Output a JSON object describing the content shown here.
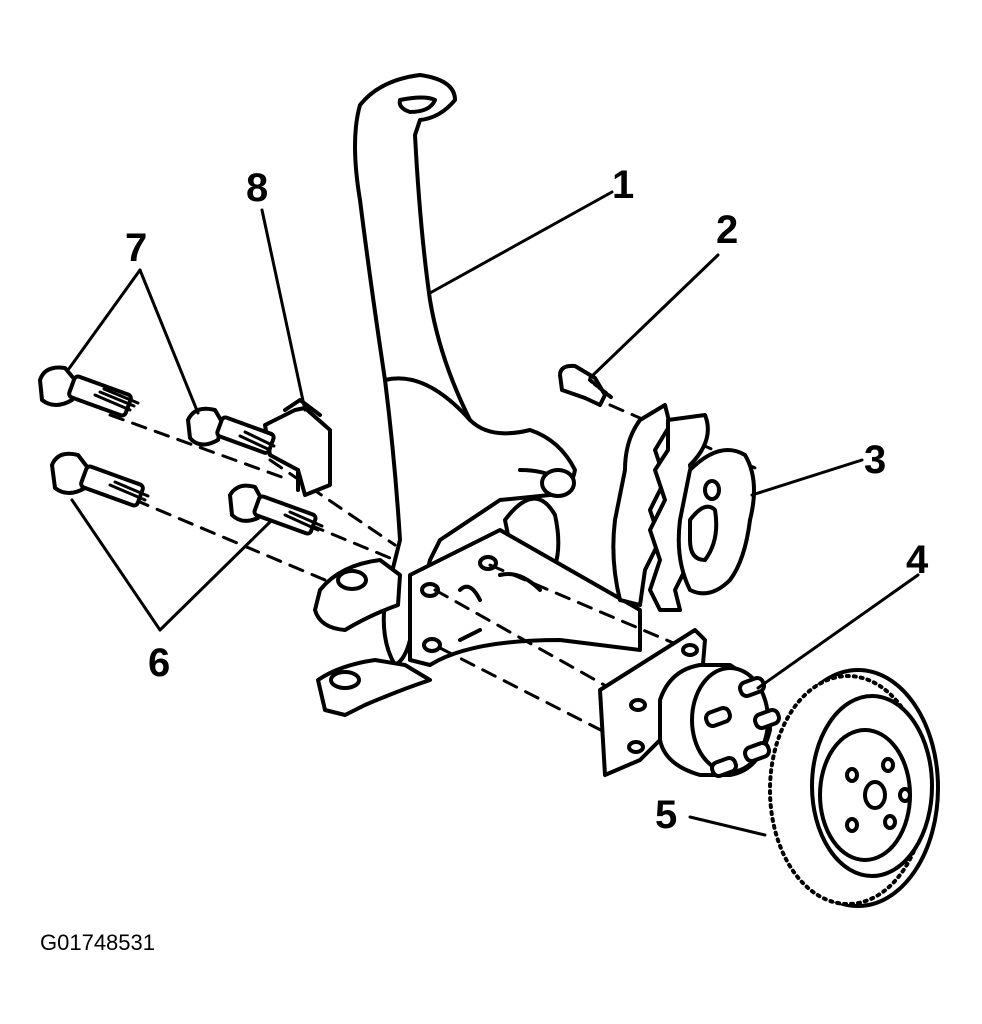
{
  "callouts": {
    "c1": "1",
    "c2": "2",
    "c3": "3",
    "c4": "4",
    "c5": "5",
    "c6": "6",
    "c7": "7",
    "c8": "8"
  },
  "figure_id": "G01748531",
  "parts": [
    "steering-knuckle",
    "wheel-speed-sensor",
    "brake-pads",
    "hub-and-bearing",
    "brake-rotor",
    "lower-bolts",
    "upper-bolts",
    "bracket"
  ]
}
